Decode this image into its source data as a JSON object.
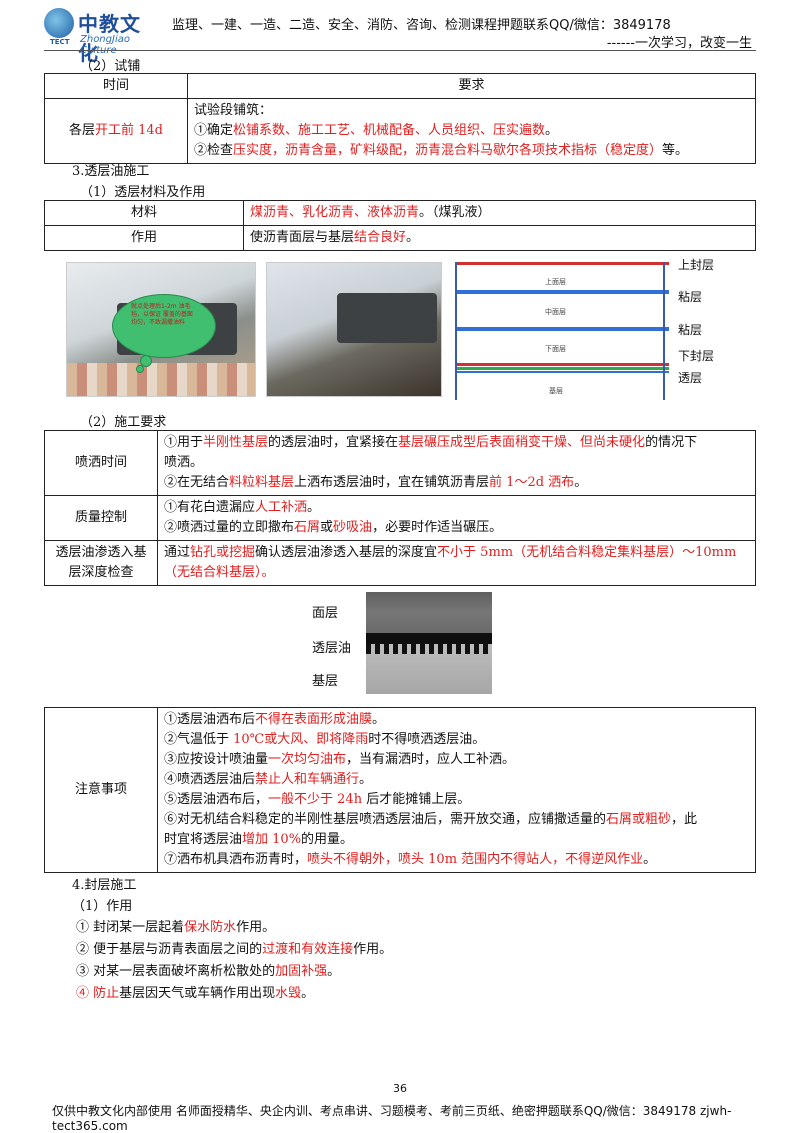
{
  "header": {
    "brand": "中教文化",
    "brand_sub": "ZhongJiao Culture",
    "brand_tag": "TECT",
    "notice": "监理、一建、一造、二造、安全、消防、咨询、检测课程押题联系QQ/微信：3849178",
    "slogan": "------一次学习，改变一生"
  },
  "trial": {
    "heading": "（2）试铺",
    "col_time": "时间",
    "col_req": "要求",
    "time_pre": "各层",
    "time_red": "开工前 14d",
    "req_line1": "试验段铺筑：",
    "req_line2_pre": "①确定",
    "req_line2_red": "松铺系数、施工工艺、机械配备、人员组织、压实遍数",
    "req_line2_post": "。",
    "req_line3_pre": "②检查",
    "req_line3_red": "压实度，沥青含量，矿料级配，沥青混合料马歇尔各项技术指标（稳定度）",
    "req_line3_post": "等。"
  },
  "prime": {
    "heading": "3.透层油施工",
    "sub_heading": "（1）透层材料及作用",
    "row1_label": "材料",
    "row1_red": "煤沥青、乳化沥青、液体沥青",
    "row1_post": "。（煤乳液）",
    "row2_label": "作用",
    "row2_pre": "使沥青面层与基层",
    "row2_red": "结合良好",
    "row2_post": "。"
  },
  "photo_bubble": "就点处理后1-2m 油毛毡，以保证 覆盖的基面均匀，不致漏撒油料",
  "diagram": {
    "layer_top": "上面层",
    "layer_mid": "中面层",
    "layer_low": "下面层",
    "layer_base": "基层",
    "label_seal_top": "上封层",
    "label_tack1": "粘层",
    "label_tack2": "粘层",
    "label_seal_low": "下封层",
    "label_prime": "透层"
  },
  "requirements": {
    "heading": "（2）施工要求",
    "r1_label": "喷洒时间",
    "r1_l1_pre": "①用于",
    "r1_l1_red": "半刚性基层",
    "r1_l1_mid": "的透层油时，宜紧接在",
    "r1_l1_red2": "基层碾压成型后表面稍变干燥、但尚未硬化",
    "r1_l1_post": "的情况下",
    "r1_l2": "喷洒。",
    "r1_l3_pre": "②在无结合",
    "r1_l3_red": "料粒料基层",
    "r1_l3_mid": "上洒布透层油时，宜在铺筑沥青层",
    "r1_l3_red2": "前 1～2d 洒布",
    "r1_l3_post": "。",
    "r2_label": "质量控制",
    "r2_l1_pre": "①有花白遗漏应",
    "r2_l1_red": "人工补洒",
    "r2_l1_post": "。",
    "r2_l2_pre": "②喷洒过量的立即撒布",
    "r2_l2_red": "石屑",
    "r2_l2_mid": "或",
    "r2_l2_red2": "砂吸油",
    "r2_l2_post": "，必要时作适当碾压。",
    "r3_label_l1": "透层油渗透入基",
    "r3_label_l2": "层深度检查",
    "r3_l1_pre": "通过",
    "r3_l1_red": "钻孔或挖掘",
    "r3_l1_mid": "确认透层油渗透入基层的深度宜",
    "r3_l1_red2": "不小于 5mm（无机结合料稳定集料基层）～10mm",
    "r3_l2_red": "（无结合料基层）。"
  },
  "cross_section": {
    "surface": "面层",
    "prime": "透层油",
    "base": "基层"
  },
  "notes": {
    "label": "注意事项",
    "n1_pre": "①透层油洒布后",
    "n1_red": "不得在表面形成油膜",
    "n1_post": "。",
    "n2_pre": "②气温低于 ",
    "n2_red": "10℃或大风、即将降雨",
    "n2_post": "时不得喷洒透层油。",
    "n3_pre": "③应按设计喷油量",
    "n3_red": "一次均匀油布",
    "n3_post": "，当有漏洒时，应人工补洒。",
    "n4_pre": "④喷洒透层油后",
    "n4_red": "禁止人和车辆通行",
    "n4_post": "。",
    "n5_pre": "⑤透层油洒布后，",
    "n5_red": "一般不少于 24h",
    "n5_post": " 后才能摊铺上层。",
    "n6_l1_pre": "⑥对无机结合料稳定的半刚性基层喷洒透层油后，需开放交通，应铺撒适量的",
    "n6_l1_red": "石屑或粗砂",
    "n6_l1_post": "，此",
    "n6_l2_pre": "时宜将透层油",
    "n6_l2_red": "增加 10%",
    "n6_l2_post": "的用量。",
    "n7_pre": "⑦洒布机具洒布沥青时，",
    "n7_red": "喷头不得朝外，喷头 10m 范围内不得站人，不得逆风作业",
    "n7_post": "。"
  },
  "seal": {
    "heading": "4.封层施工",
    "sub": "（1）作用",
    "i1_pre": "① 封闭某一层起着",
    "i1_red": "保水防水",
    "i1_post": "作用。",
    "i2_pre": "② 便于基层与沥青表面层之间的",
    "i2_red": "过渡和有效连接",
    "i2_post": "作用。",
    "i3_pre": "③ 对某一层表面破坏离析松散处的",
    "i3_red": "加固补强",
    "i3_post": "。",
    "i4_red": "④ 防止",
    "i4_mid": "基层因天气或车辆作用出现",
    "i4_red2": "水毁",
    "i4_post": "。"
  },
  "footer": {
    "page": "36",
    "text": "仅供中教文化内部使用 名师面授精华、央企内训、考点串讲、习题模考、考前三页纸、绝密押题联系QQ/微信：3849178 zjwh-tect365.com"
  }
}
